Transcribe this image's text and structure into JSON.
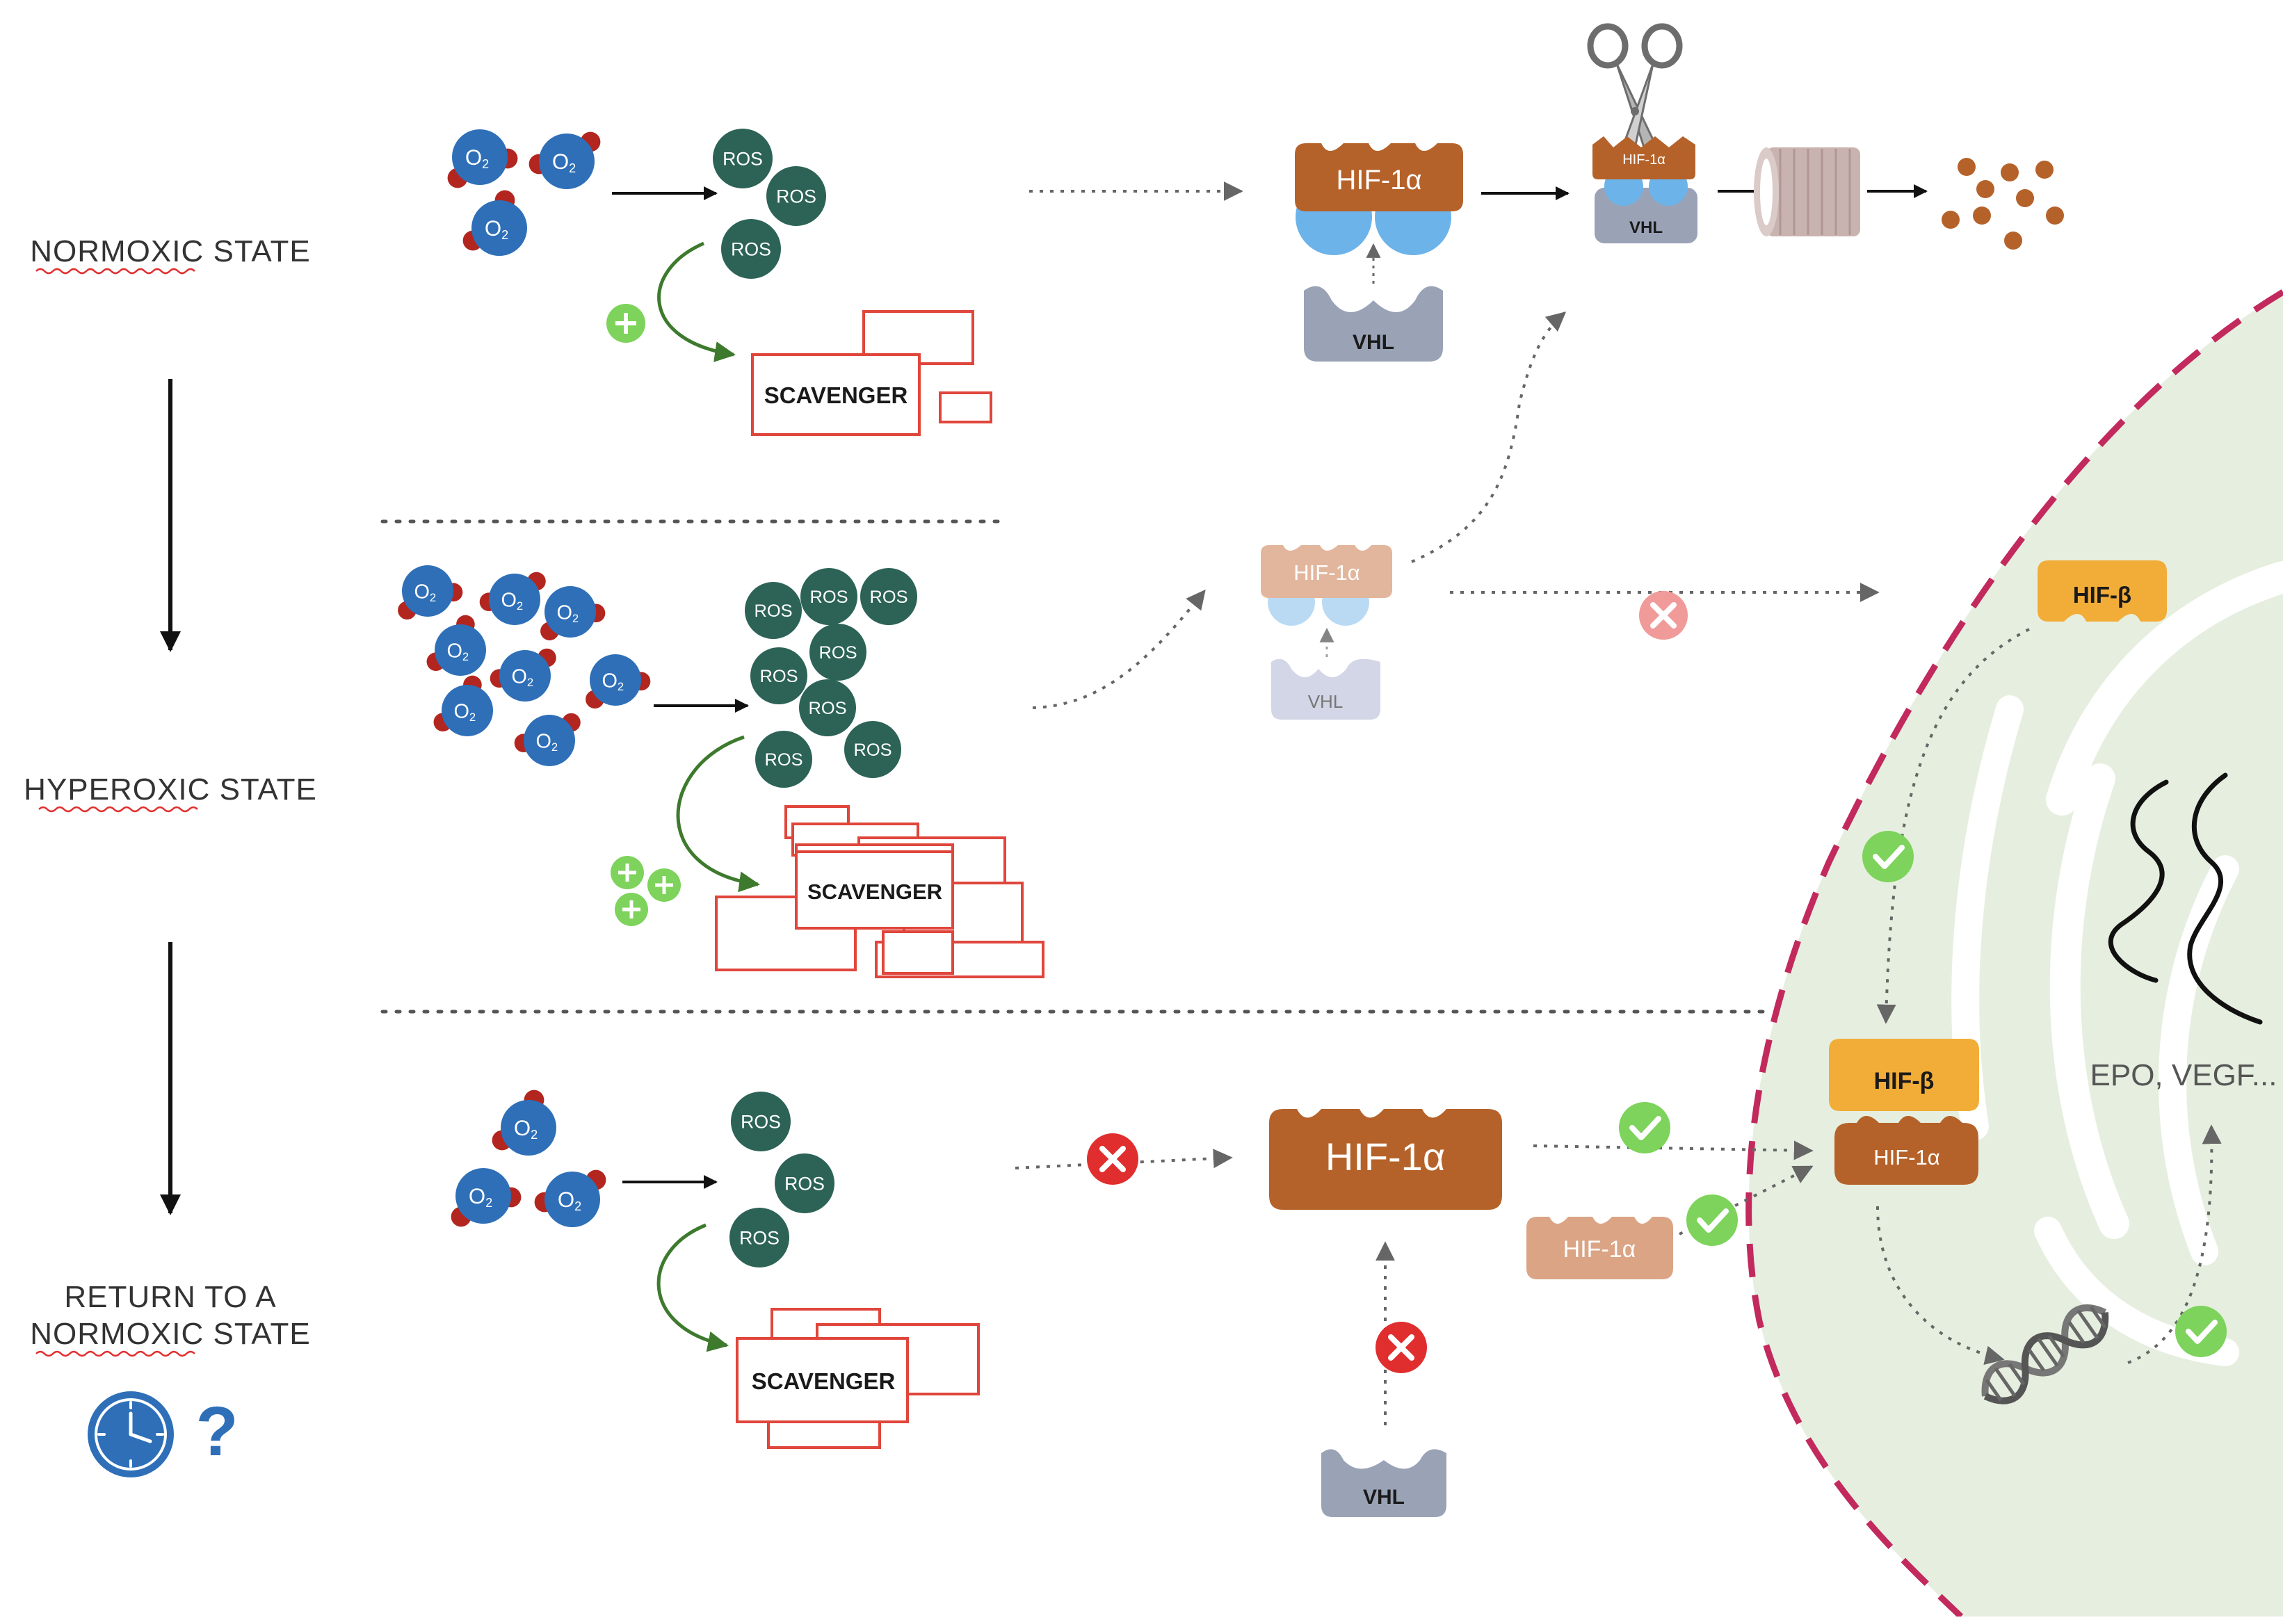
{
  "states": {
    "normoxic": "NORMOXIC STATE",
    "hyperoxic": "HYPEROXIC STATE",
    "return_line1": "RETURN TO A",
    "return_line2": "NORMOXIC STATE",
    "question": "?"
  },
  "molecules": {
    "o2": "O",
    "o2_sub": "2",
    "ros": "ROS",
    "scavenger": "SCAVENGER",
    "plus": "+"
  },
  "proteins": {
    "hif1a": "HIF-1α",
    "hifb": "HIF-β",
    "vhl": "VHL"
  },
  "genes": {
    "targets": "EPO, VEGF..."
  },
  "colors": {
    "o2": "#2e6fb8",
    "o2_atom": "#b2261f",
    "ros": "#2c6356",
    "scavenger": "#e0463b",
    "hif1a": "#b5622a",
    "hif1a_light": "#dba485",
    "hifb": "#f2ad38",
    "vhl": "#9aa2b6",
    "vhl_light": "#c9cde0",
    "blue_lobe": "#6cb3ea",
    "plus": "#7dd35b",
    "check": "#7dd35b",
    "cross": "#e02e2e",
    "cross_light": "#f09a9a",
    "arrow_green": "#3d7a2d",
    "membrane": "#c22a5e",
    "cell": "#e6efdf"
  }
}
